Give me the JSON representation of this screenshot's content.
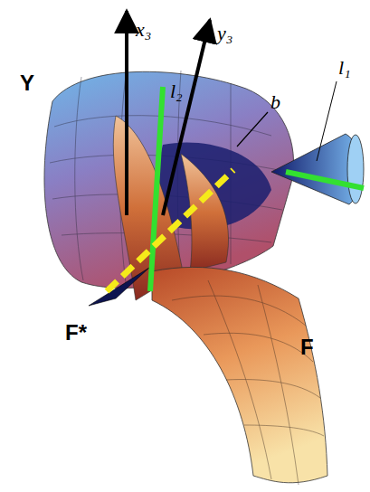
{
  "diagram": {
    "labels": [
      "Y",
      "x₃",
      "y₃",
      "l₂",
      "b",
      "l₁",
      "F*",
      "F"
    ]
  }
}
